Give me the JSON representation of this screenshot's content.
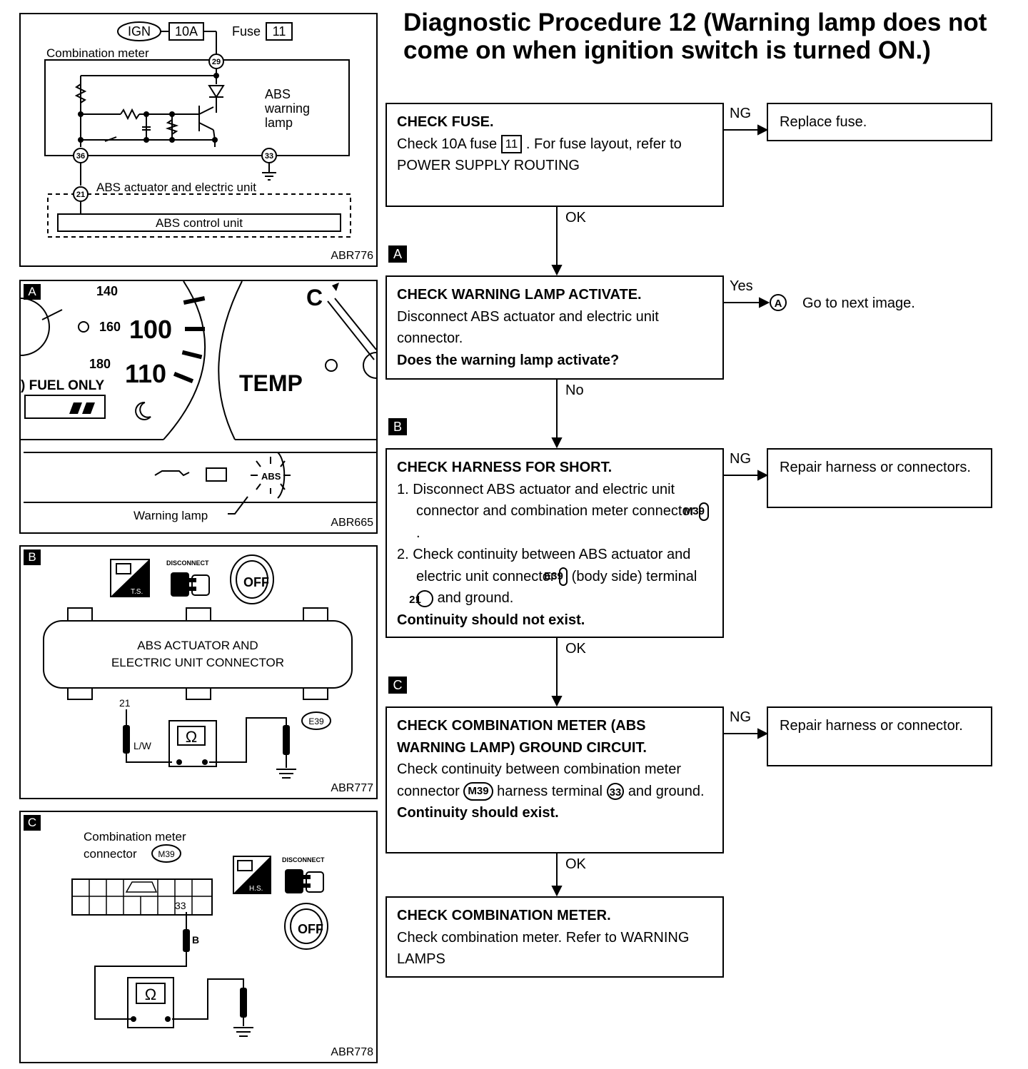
{
  "title": "Diagnostic Procedure 12 (Warning lamp does not come on when ignition switch is turned ON.)",
  "circuit": {
    "ign": "IGN",
    "fuse_rating": "10A",
    "fuse_label": "Fuse",
    "fuse_number": "11",
    "meter_label": "Combination meter",
    "lamp_label_1": "ABS",
    "lamp_label_2": "warning",
    "lamp_label_3": "lamp",
    "t29": "29",
    "t36": "36",
    "t33": "33",
    "t21": "21",
    "actuator_label": "ABS actuator and electric unit",
    "control_unit_label": "ABS control unit",
    "code": "ABR776"
  },
  "panel_a": {
    "tag": "A",
    "speeds": [
      "140",
      "160",
      "100",
      "180",
      "110"
    ],
    "fuel_text": ") FUEL ONLY",
    "temp": "TEMP",
    "cold": "C",
    "abs": "ABS",
    "warning_label": "Warning lamp",
    "code": "ABR665"
  },
  "panel_b": {
    "tag": "B",
    "ts": "T.S.",
    "disconnect": "DISCONNECT",
    "off": "OFF",
    "connector_line1": "ABS ACTUATOR AND",
    "connector_line2": "ELECTRIC UNIT CONNECTOR",
    "terminal": "21",
    "wire": "L/W",
    "connector_id": "E39",
    "ohm": "Ω",
    "code": "ABR777"
  },
  "panel_c": {
    "tag": "C",
    "label_line1": "Combination meter",
    "label_line2": "connector",
    "connector_id": "M39",
    "hs": "H.S.",
    "disconnect": "DISCONNECT",
    "off": "OFF",
    "terminal": "33",
    "wire": "B",
    "ohm": "Ω",
    "code": "ABR778"
  },
  "flow": {
    "step1": {
      "heading": "CHECK FUSE.",
      "text_a": "Check 10A fuse",
      "fuse": "11",
      "text_b": ". For fuse layout, refer to POWER SUPPLY ROUTING"
    },
    "step1_ng": "NG",
    "step1_result": "Replace fuse.",
    "step1_ok": "OK",
    "marker_a": "A",
    "step2": {
      "heading": "CHECK WARNING LAMP ACTIVATE.",
      "text": "Disconnect ABS actuator and electric unit connector.",
      "question": "Does the warning lamp activate?"
    },
    "step2_yes": "Yes",
    "step2_goto_marker": "A",
    "step2_goto": "Go to next image.",
    "step2_no": "No",
    "marker_b": "B",
    "step3": {
      "heading": "CHECK HARNESS FOR SHORT.",
      "item1_a": "1. Disconnect ABS actuator and electric unit connector and combination meter connector",
      "item1_conn": "M39",
      "item1_b": ".",
      "item2_a": "2. Check continuity between ABS actuator and electric unit connector",
      "item2_conn": "E39",
      "item2_b": "(body side) terminal",
      "item2_term": "21",
      "item2_c": "and ground.",
      "conclusion": "Continuity should not exist."
    },
    "step3_ng": "NG",
    "step3_result": "Repair harness or connectors.",
    "step3_ok": "OK",
    "marker_c": "C",
    "step4": {
      "heading": "CHECK COMBINATION METER (ABS WARNING LAMP) GROUND CIRCUIT.",
      "text_a": "Check continuity between combination meter connector",
      "conn": "M39",
      "text_b": "harness terminal",
      "term": "33",
      "text_c": "and ground.",
      "conclusion": "Continuity should exist."
    },
    "step4_ng": "NG",
    "step4_result": "Repair harness or connector.",
    "step4_ok": "OK",
    "step5": {
      "heading": "CHECK COMBINATION METER.",
      "text": "Check combination meter. Refer to WARNING LAMPS"
    }
  }
}
